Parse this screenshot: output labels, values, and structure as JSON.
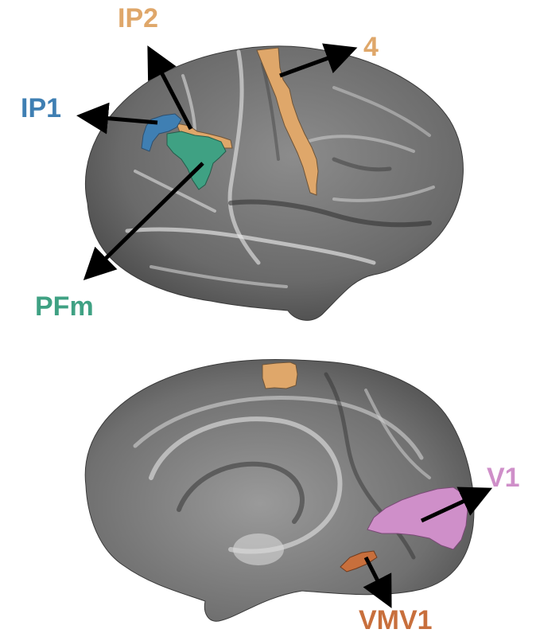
{
  "regions": {
    "ip2": {
      "label": "IP2",
      "color": "#dfa76a"
    },
    "area4": {
      "label": "4",
      "color": "#dfa76a"
    },
    "ip1": {
      "label": "IP1",
      "color": "#3f7fb3"
    },
    "pfm": {
      "label": "PFm",
      "color": "#3fa183"
    },
    "v1": {
      "label": "V1",
      "color": "#cf8fc9"
    },
    "vmv1": {
      "label": "VMV1",
      "color": "#c86f3c"
    }
  },
  "medial_patch_color": "#dfa76a",
  "views": [
    "lateral-hemisphere",
    "medial-hemisphere"
  ]
}
